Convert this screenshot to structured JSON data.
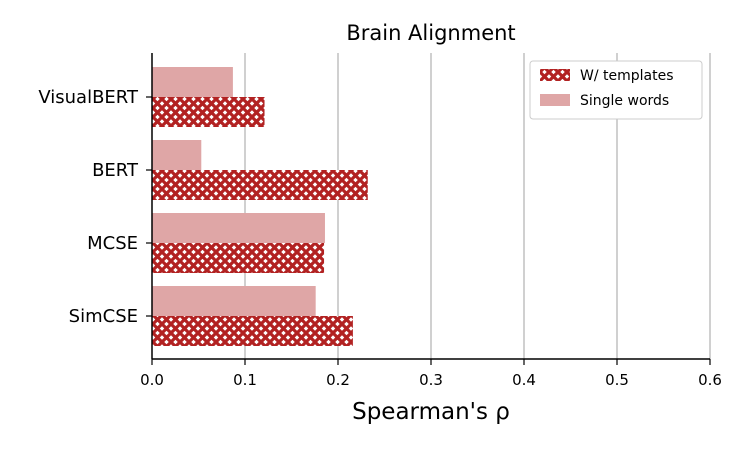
{
  "chart_data": {
    "type": "bar",
    "orientation": "horizontal",
    "title": "Brain Alignment",
    "xlabel": "Spearman's ρ",
    "ylabel": "",
    "xlim": [
      0.0,
      0.6
    ],
    "xticks": [
      "0.0",
      "0.1",
      "0.2",
      "0.3",
      "0.4",
      "0.5",
      "0.6"
    ],
    "grid": "vertical",
    "legend": "top-right",
    "categories": [
      "VisualBERT",
      "BERT",
      "MCSE",
      "SimCSE"
    ],
    "series": [
      {
        "name": "Single words",
        "values": [
          0.087,
          0.053,
          0.186,
          0.176
        ],
        "color": "#dfa6a6",
        "pattern": "solid"
      },
      {
        "name": "W/ templates",
        "values": [
          0.121,
          0.232,
          0.185,
          0.216
        ],
        "color": "#b22222",
        "pattern": "crosshatch"
      }
    ],
    "legend_order": [
      "W/ templates",
      "Single words"
    ]
  }
}
